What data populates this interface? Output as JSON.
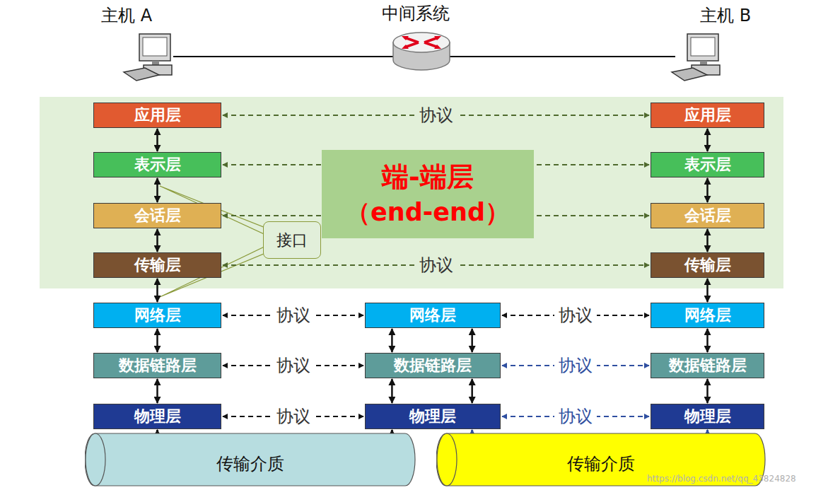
{
  "diagram": {
    "nodes": [
      {
        "text": [
          "应用层"
        ]
      },
      {
        "text": [
          "应用层"
        ]
      },
      {
        "text": [
          "表示层"
        ]
      },
      {
        "text": [
          "端-端层",
          "（end-end）"
        ]
      },
      {
        "text": [
          "表示层"
        ]
      },
      {
        "text": [
          "会话层"
        ]
      },
      {
        "text": [
          "接口"
        ]
      },
      {
        "text": [
          "会话层"
        ]
      },
      {
        "text": [
          "传输层"
        ]
      },
      {
        "text": [
          "传输层"
        ]
      },
      {
        "text": [
          "网络层"
        ]
      },
      {
        "text": [
          "网络层"
        ]
      },
      {
        "text": [
          "网络层"
        ]
      },
      {
        "text": [
          "数据链路层"
        ]
      },
      {
        "text": [
          "数据链路层"
        ]
      },
      {
        "text": [
          "数据链路层"
        ]
      },
      {
        "text": [
          "物理层"
        ]
      },
      {
        "text": [
          "物理层"
        ]
      },
      {
        "text": [
          "物理层"
        ]
      },
      {
        "text": [
          "传输介质"
        ]
      },
      {
        "text": [
          "传输介质"
        ]
      }
    ],
    "edges": [
      {
        "from": 0,
        "to": 1,
        "label": "协议",
        "arrow": "both"
      },
      {
        "from": 2,
        "to": 4,
        "arrow": "both"
      },
      {
        "from": 5,
        "to": 7,
        "arrow": "both"
      },
      {
        "from": 8,
        "to": 9,
        "label": "协议",
        "arrow": "both"
      },
      {
        "from": 10,
        "to": 11,
        "label": "协议",
        "arrow": "both"
      },
      {
        "from": 11,
        "to": 12,
        "label": "协议",
        "arrow": "both"
      },
      {
        "from": 13,
        "to": 14,
        "label": "协议",
        "arrow": "both"
      },
      {
        "from": 14,
        "to": 15,
        "label": "协议",
        "arrow": "both"
      },
      {
        "from": 16,
        "to": 17,
        "label": "协议",
        "arrow": "both"
      },
      {
        "from": 17,
        "to": 18,
        "label": "协议",
        "arrow": "both"
      },
      {
        "from": 0,
        "to": 2,
        "arrow": "both"
      },
      {
        "from": 2,
        "to": 5,
        "arrow": "both"
      },
      {
        "from": 5,
        "to": 8,
        "arrow": "both"
      },
      {
        "from": 8,
        "to": 10,
        "arrow": "both"
      },
      {
        "from": 10,
        "to": 13,
        "arrow": "both"
      },
      {
        "from": 13,
        "to": 16,
        "arrow": "both"
      },
      {
        "from": 1,
        "to": 4,
        "arrow": "both"
      },
      {
        "from": 4,
        "to": 7,
        "arrow": "both"
      },
      {
        "from": 7,
        "to": 9,
        "arrow": "both"
      },
      {
        "from": 9,
        "to": 12,
        "arrow": "both"
      },
      {
        "from": 12,
        "to": 15,
        "arrow": "both"
      },
      {
        "from": 15,
        "to": 18,
        "arrow": "both"
      },
      {
        "from": 11,
        "to": 14,
        "arrow": "both"
      },
      {
        "from": 11,
        "to": 14,
        "arrow": "both"
      },
      {
        "from": 14,
        "to": 17,
        "arrow": "both"
      },
      {
        "from": 14,
        "to": 17,
        "arrow": "both"
      },
      {
        "from": 19,
        "to": 16,
        "arrow": "to"
      },
      {
        "from": 19,
        "to": 17,
        "arrow": "to"
      },
      {
        "from": 20,
        "to": 17,
        "arrow": "to"
      },
      {
        "from": 20,
        "to": 18,
        "arrow": "to"
      }
    ],
    "labels": [
      "主机 A",
      "中间系统",
      "主机 B",
      "https://blog.csdn.net/qq_43824828"
    ]
  }
}
